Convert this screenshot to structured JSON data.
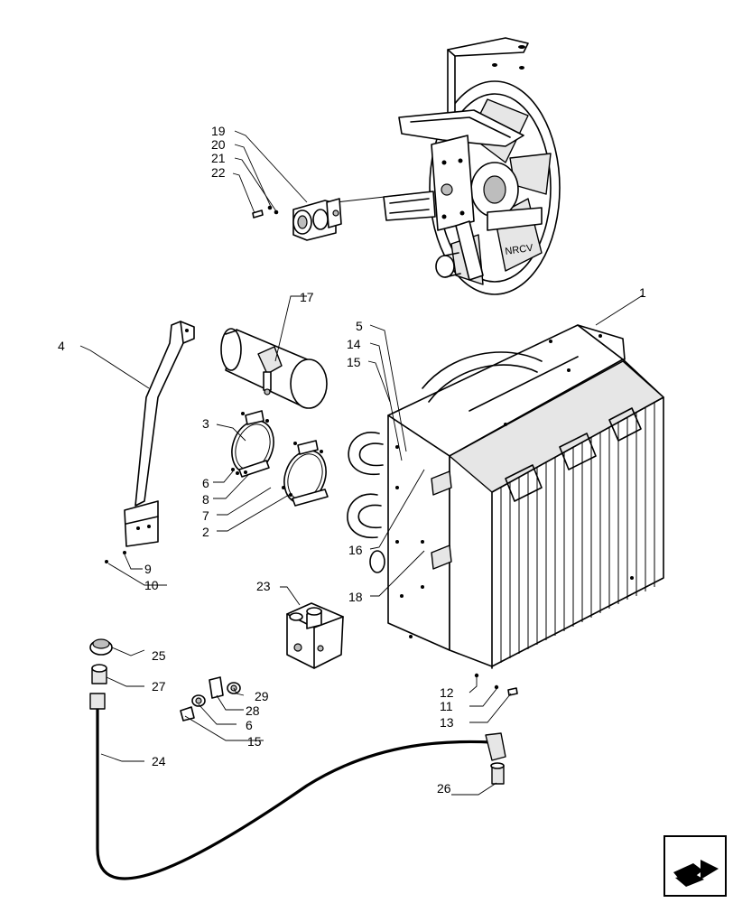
{
  "callouts": [
    {
      "id": "c1",
      "text": "1"
    },
    {
      "id": "c2",
      "text": "2"
    },
    {
      "id": "c3",
      "text": "3"
    },
    {
      "id": "c4",
      "text": "4"
    },
    {
      "id": "c5",
      "text": "5"
    },
    {
      "id": "c6a",
      "text": "6"
    },
    {
      "id": "c6b",
      "text": "6"
    },
    {
      "id": "c7",
      "text": "7"
    },
    {
      "id": "c8",
      "text": "8"
    },
    {
      "id": "c9",
      "text": "9"
    },
    {
      "id": "c10",
      "text": "10"
    },
    {
      "id": "c11",
      "text": "11"
    },
    {
      "id": "c12",
      "text": "12"
    },
    {
      "id": "c13",
      "text": "13"
    },
    {
      "id": "c14",
      "text": "14"
    },
    {
      "id": "c15a",
      "text": "15"
    },
    {
      "id": "c15b",
      "text": "15"
    },
    {
      "id": "c16",
      "text": "16"
    },
    {
      "id": "c17",
      "text": "17"
    },
    {
      "id": "c18",
      "text": "18"
    },
    {
      "id": "c19",
      "text": "19"
    },
    {
      "id": "c20",
      "text": "20"
    },
    {
      "id": "c21",
      "text": "21"
    },
    {
      "id": "c22",
      "text": "22"
    },
    {
      "id": "c23",
      "text": "23"
    },
    {
      "id": "c24",
      "text": "24"
    },
    {
      "id": "c25",
      "text": "25"
    },
    {
      "id": "c26",
      "text": "26"
    },
    {
      "id": "c27",
      "text": "27"
    },
    {
      "id": "c28",
      "text": "28"
    },
    {
      "id": "c29",
      "text": "29"
    }
  ],
  "icons": {
    "nav": "next-page-arrow-icon"
  }
}
